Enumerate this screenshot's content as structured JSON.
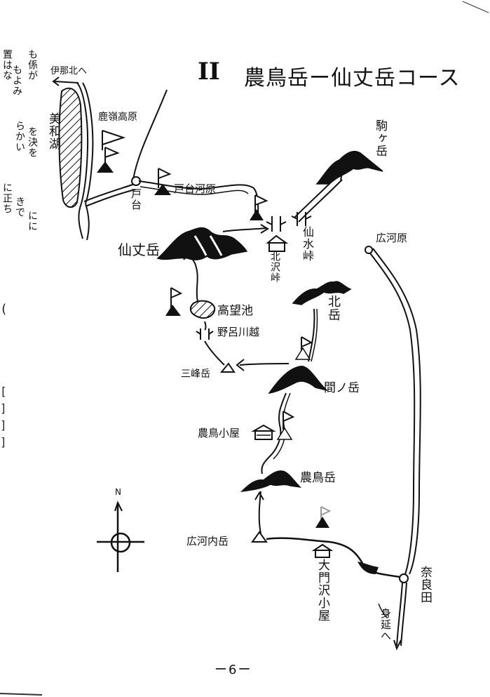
{
  "title": {
    "numeral": "II",
    "text": "農鳥岳ー仙丈岳コース"
  },
  "margin_text": {
    "col1": "置はな",
    "col2": "に正ち",
    "col3": "もよみ",
    "col4": "きで",
    "col5": "らかい",
    "col6": "も係が",
    "col7": "を決を",
    "col8": "にに"
  },
  "left_marks": [
    "(",
    "[",
    "]",
    "]",
    "]"
  ],
  "places": {
    "ina_kita": "伊那北へ",
    "miwa_ko": "美和湖",
    "kayanodaira": "鹿嶺高原",
    "tonoura": "戸台",
    "todai_kawara": "戸台河原",
    "komagatake": "駒ヶ岳",
    "senjogatake": "仙丈岳",
    "kitazawa_toge": "北沢峠",
    "sensui_toge": "仙水峠",
    "hirogawara": "広河原",
    "takabo_ike": "高望池",
    "norokawa_goe": "野呂川越",
    "kitadake": "北岳",
    "sanpodake": "三峰岳",
    "ainodake": "間ノ岳",
    "notori_goya": "農鳥小屋",
    "notoridake": "農鳥岳",
    "hirokochidake": "広河内岳",
    "daimonzawa_goya": "大門沢小屋",
    "naradaa": "奈良田",
    "minobu": "身延へ",
    "north": "N"
  },
  "page_number": "ー6ー",
  "colors": {
    "ink": "#111111",
    "paper": "#ffffff"
  }
}
